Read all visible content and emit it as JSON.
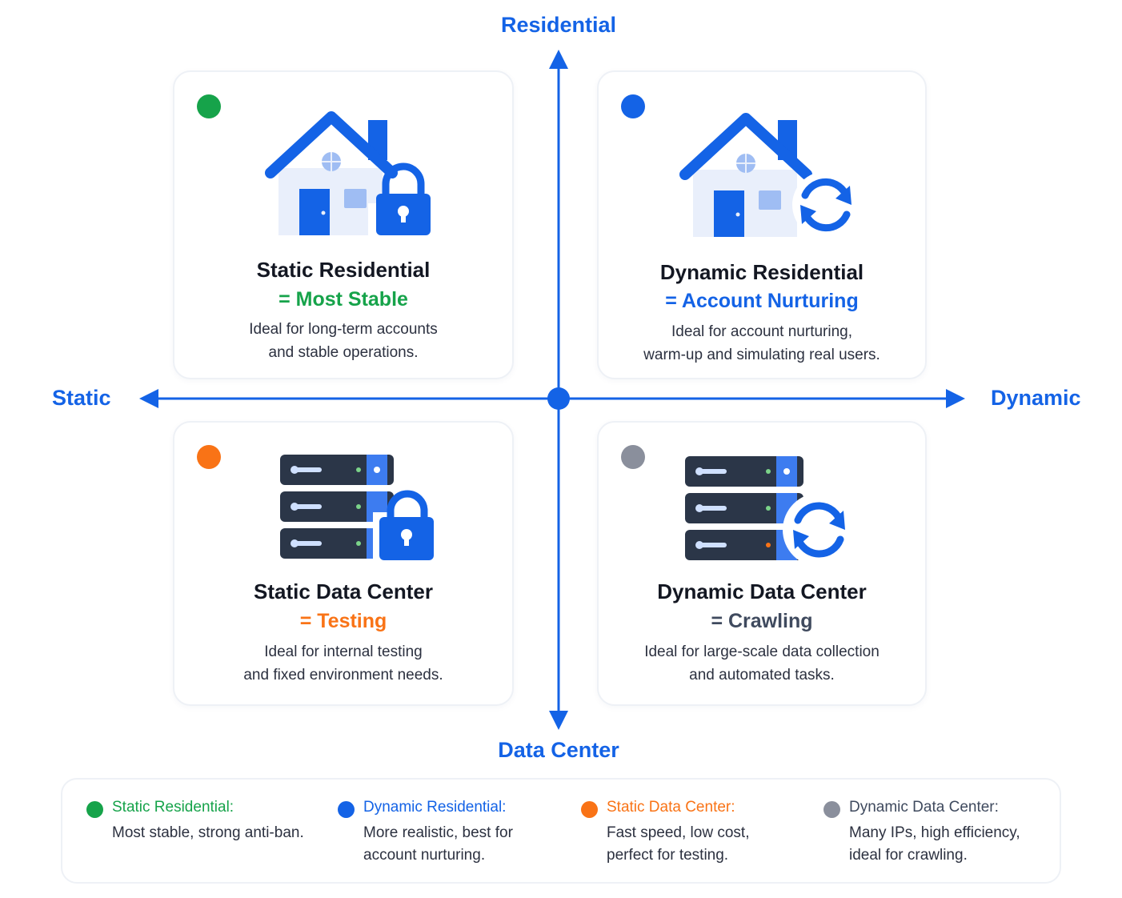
{
  "axes": {
    "top": "Residential",
    "bottom": "Data Center",
    "left": "Static",
    "right": "Dynamic"
  },
  "colors": {
    "axis": "#1463e6",
    "green": "#16a34a",
    "blue": "#1463e6",
    "orange": "#f97316",
    "gray": "#8a8f9c",
    "slate": "#3f4a5e"
  },
  "quadrants": {
    "static_residential": {
      "icon": "house-lock-icon",
      "title": "Static Residential",
      "subtitle": "= Most Stable",
      "desc": [
        "Ideal for long-term accounts",
        "and stable operations."
      ]
    },
    "dynamic_residential": {
      "icon": "house-rotate-icon",
      "title": "Dynamic Residential",
      "subtitle": "= Account Nurturing",
      "desc": [
        "Ideal for account nurturing,",
        "warm-up and simulating real users."
      ]
    },
    "static_datacenter": {
      "icon": "server-lock-icon",
      "title": "Static Data Center",
      "subtitle": "= Testing",
      "desc": [
        "Ideal for internal testing",
        "and fixed environment needs."
      ]
    },
    "dynamic_datacenter": {
      "icon": "server-rotate-icon",
      "title": "Dynamic Data Center",
      "subtitle": "= Crawling",
      "desc": [
        "Ideal for large-scale data collection",
        "and automated tasks."
      ]
    }
  },
  "legend": [
    {
      "name": "Static Residential:",
      "lines": [
        "Most stable, strong anti-ban."
      ]
    },
    {
      "name": "Dynamic Residential:",
      "lines": [
        "More realistic, best for",
        "account nurturing."
      ]
    },
    {
      "name": "Static Data Center:",
      "lines": [
        "Fast speed, low cost,",
        "perfect for testing."
      ]
    },
    {
      "name": "Dynamic Data Center:",
      "lines": [
        "Many IPs, high efficiency,",
        "ideal for crawling."
      ]
    }
  ]
}
